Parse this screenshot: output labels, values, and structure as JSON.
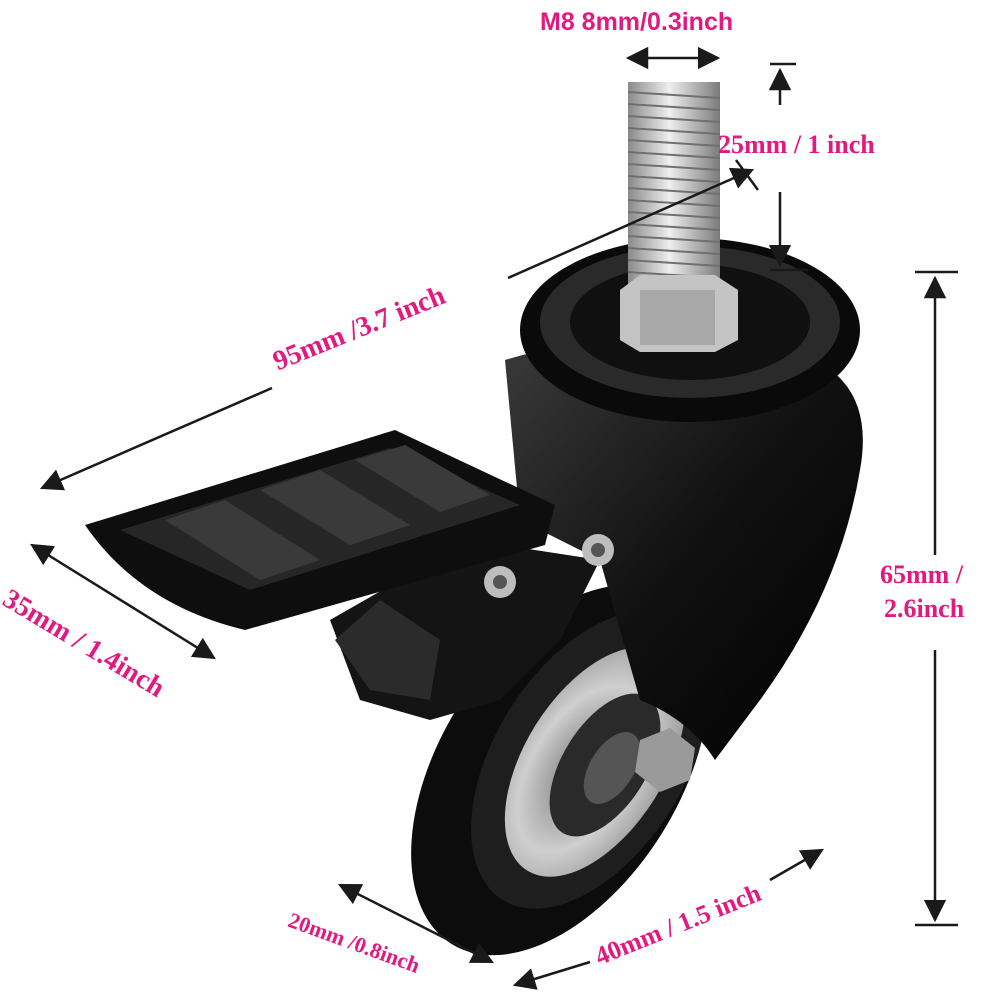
{
  "colors": {
    "label": "#e2197f",
    "dimension_line": "#1a1a1a",
    "caster_body": "#111111",
    "wheel_hub": "#c9c9c9",
    "stem": "#b8b8b8"
  },
  "dimensions": {
    "stem_thread": "M8 8mm/0.3inch",
    "stem_length": "25mm / 1 inch",
    "total_length": "95mm /3.7 inch",
    "total_height_line1": "65mm /",
    "total_height_line2": "2.6inch",
    "pedal_width": "35mm / 1.4inch",
    "wheel_width": "20mm /0.8inch",
    "wheel_diameter": "40mm / 1.5 inch"
  }
}
